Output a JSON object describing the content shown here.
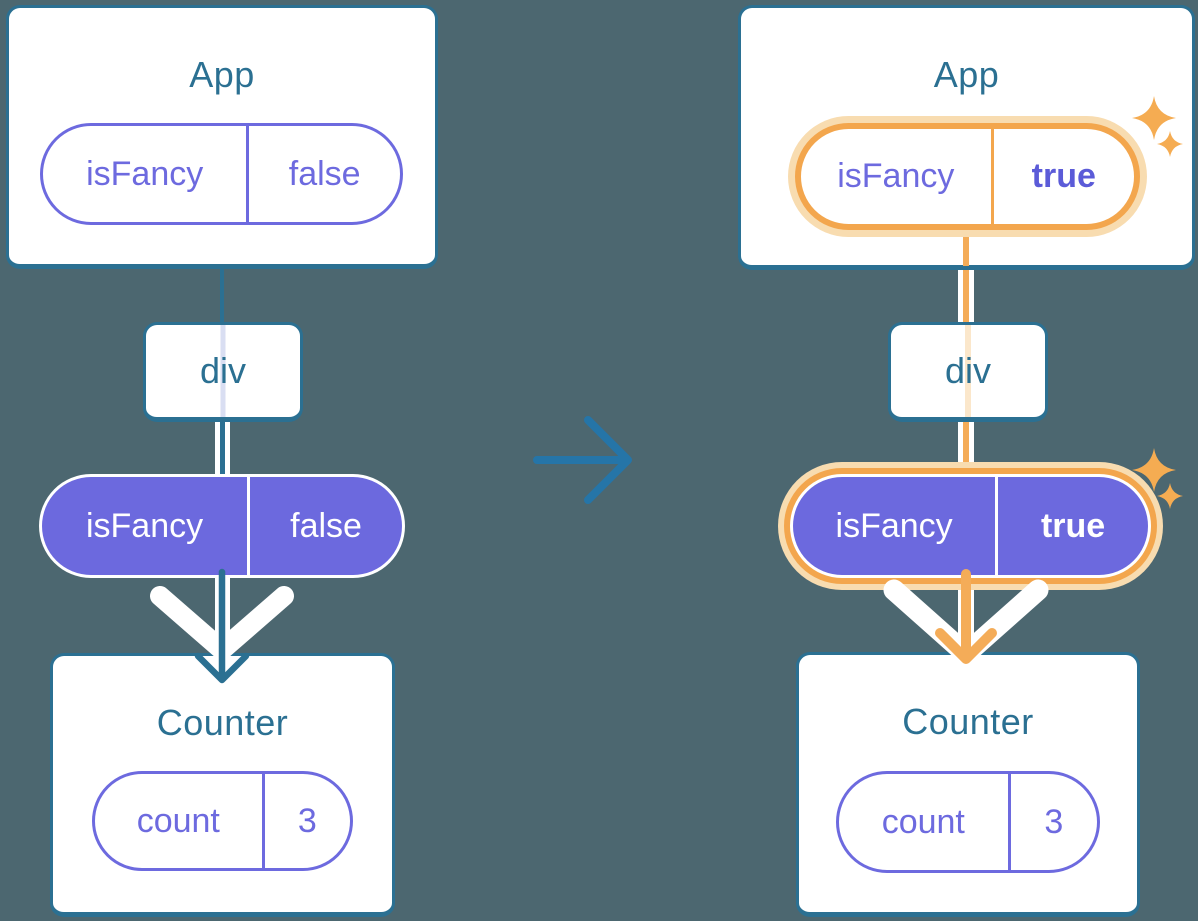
{
  "colors": {
    "background": "#4C6770",
    "teal": "#2B7092",
    "transition_arrow_blue": "#2575A8",
    "purple_border_text": "#6D6ADF",
    "purple_bold_text": "#5B5BD8",
    "purple_pill_fill": "#6C69DE",
    "pale_blue_thru_line": "#D9DEF2",
    "highlight_orange": "#F3A64D",
    "orange_flow_line": "#F4AC58",
    "orange_halo": "#F8DCB0",
    "pale_orange_thru_line": "#FBE7CB",
    "white": "#FFFFFF"
  },
  "before": {
    "app": {
      "title": "App",
      "prop_name": "isFancy",
      "prop_value": "false"
    },
    "div_label": "div",
    "passed_prop": {
      "name": "isFancy",
      "value": "false"
    },
    "counter": {
      "title": "Counter",
      "state_name": "count",
      "state_value": "3"
    }
  },
  "after": {
    "app": {
      "title": "App",
      "prop_name": "isFancy",
      "prop_value": "true"
    },
    "div_label": "div",
    "passed_prop": {
      "name": "isFancy",
      "value": "true"
    },
    "counter": {
      "title": "Counter",
      "state_name": "count",
      "state_value": "3"
    }
  },
  "icons": {
    "transition_arrow": "right-arrow",
    "pass_down_chevron": "wide-down-chevron",
    "flow_arrow": "thin-down-arrow",
    "sparkles": "four-point-stars"
  }
}
